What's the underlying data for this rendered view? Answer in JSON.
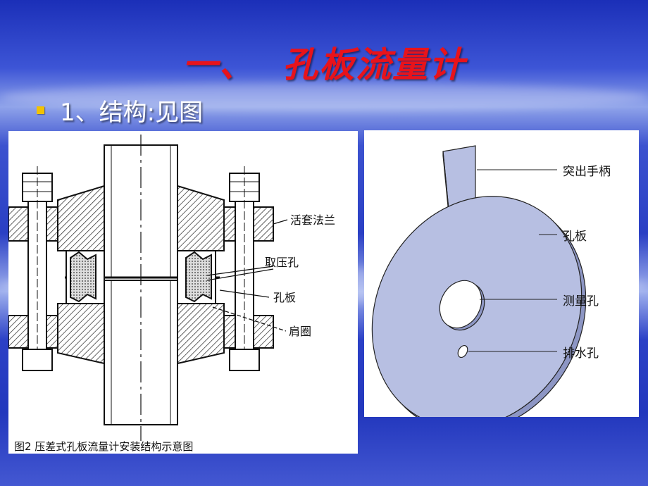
{
  "slide": {
    "title_part1": "一、",
    "title_part2": "孔板流量计",
    "bullet": "1、结构:见图"
  },
  "left_figure": {
    "label_flange": "活套法兰",
    "label_tap": "取压孔",
    "label_plate": "孔板",
    "label_ring": "肩圈",
    "caption": "图2 压差式孔板流量计安装结构示意图"
  },
  "right_figure": {
    "label_handle": "突出手柄",
    "label_plate": "孔板",
    "label_bore": "测量孔",
    "label_drain": "排水孔"
  },
  "colors": {
    "title": "#e8131b",
    "bullet_square": "#f2c200",
    "plate_fill": "#b7bfe2"
  }
}
